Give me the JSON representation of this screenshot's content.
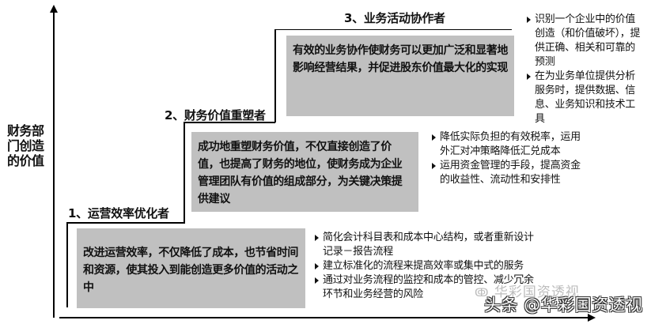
{
  "diagram": {
    "y_axis_label": [
      "财务部",
      "门创造",
      "的价值"
    ],
    "steps": [
      {
        "title": "1、运营效率优化者",
        "description": "改进运营效率，不仅降低了成本，也节省时间和资源，使其投入到能创造更多价值的活动之中",
        "bullets": [
          "简化会计科目表和成本中心结构，或者重新设计记录－报告流程",
          "建立标准化的流程来提高效率或集中式的服务",
          "通过对业务流程的监控和成本的管控、减少冗余环节和业务经营的风险"
        ]
      },
      {
        "title": "2、财务价值重塑者",
        "description": "成功地重塑财务价值，不仅直接创造了价值，也提高了财务的地位，使财务成为企业管理团队有价值的组成部分，为关键决策提供建议",
        "bullets": [
          "降低实际负担的有效税率，运用外汇对冲策略降低汇兑成本",
          "运用资金管理的手段，提高资金的收益性、流动性和安排性"
        ]
      },
      {
        "title": "3、业务活动协作者",
        "description": "有效的业务协作使财务可以更加广泛和显著地影响经营结果，并促进股东价值最大化的实现",
        "bullets": [
          "识别一个企业中的价值创造（和价值破坏），提供正确、相关和可靠的预测",
          "在为业务单位提供分析服务时，提供数据、信息、业务知识和技术工具"
        ]
      }
    ],
    "box_color": "#c0c0c0"
  },
  "watermark": {
    "faint": "华彩国资透视",
    "main": "头条 @华彩国资透视"
  }
}
